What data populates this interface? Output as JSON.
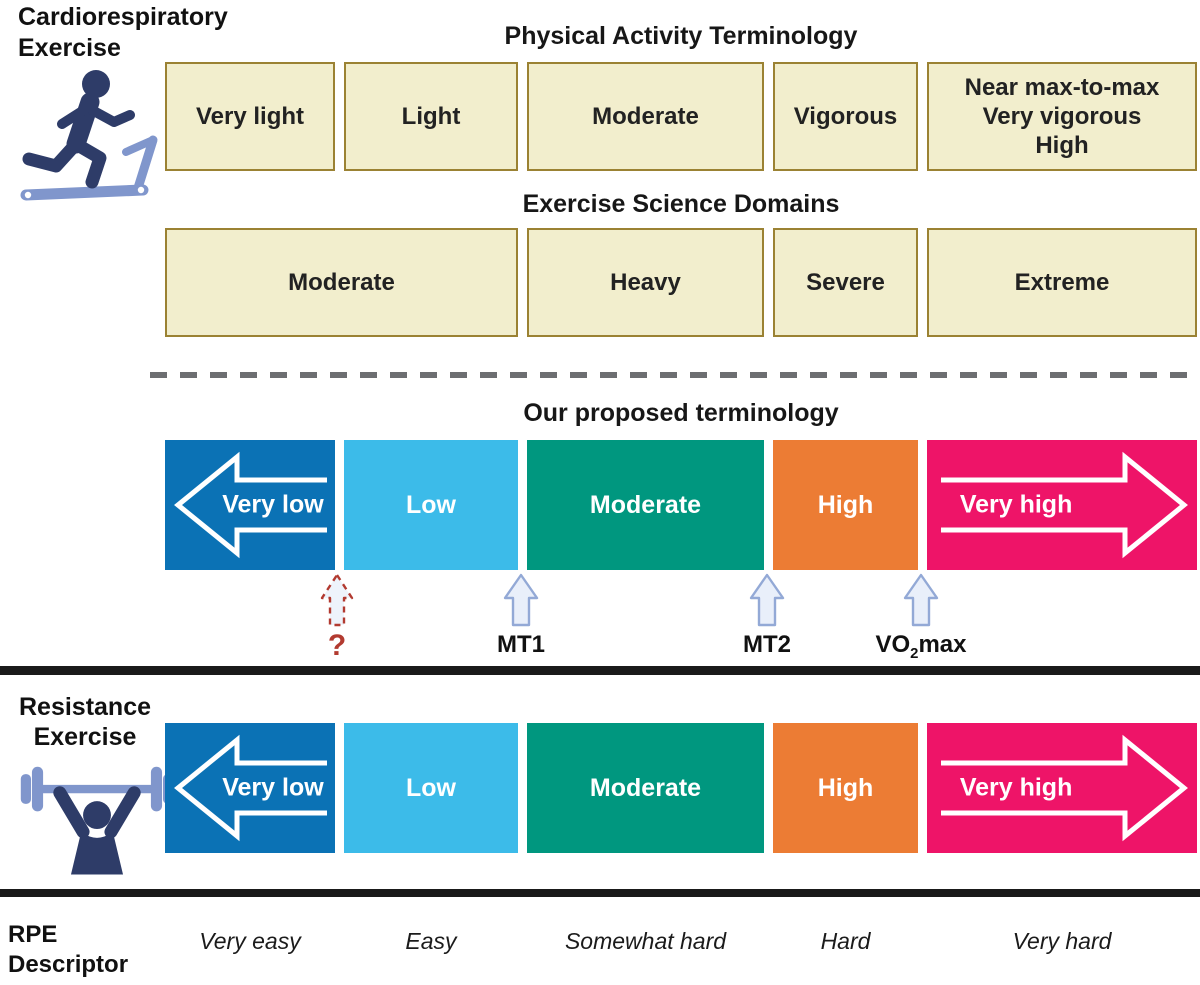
{
  "cardio": {
    "title_line1": "Cardiorespiratory",
    "title_line2": "Exercise",
    "pa_header": "Physical Activity Terminology",
    "pa_boxes": [
      "Very light",
      "Light",
      "Moderate",
      "Vigorous"
    ],
    "pa_box5_lines": [
      "Near max-to-max",
      "Very vigorous",
      "High"
    ],
    "esd_header": "Exercise Science Domains",
    "esd_boxes": [
      "Moderate",
      "Heavy",
      "Severe",
      "Extreme"
    ],
    "proposed_header": "Our proposed terminology",
    "intensity_labels": [
      "Very low",
      "Low",
      "Moderate",
      "High",
      "Very high"
    ],
    "thresholds": {
      "unknown": "?",
      "mt1": "MT1",
      "mt2": "MT2",
      "vo2max_pre": "VO",
      "vo2max_sub": "2",
      "vo2max_post": "max"
    }
  },
  "resistance": {
    "title_line1": "Resistance",
    "title_line2": "Exercise",
    "intensity_labels": [
      "Very low",
      "Low",
      "Moderate",
      "High",
      "Very high"
    ]
  },
  "rpe": {
    "label_line1": "RPE",
    "label_line2": "Descriptor",
    "descriptors": [
      "Very easy",
      "Easy",
      "Somewhat hard",
      "Hard",
      "Very hard"
    ]
  },
  "colors": {
    "very_low": "#0b72b5",
    "low": "#3cbbe9",
    "moderate": "#00977f",
    "high": "#ec7c34",
    "very_high": "#ee1468",
    "domain_box_fill": "#f2eecd",
    "domain_box_border": "#9b8233",
    "figure_navy": "#2e3c68",
    "figure_periwinkle": "#8096cc",
    "marker_arrow_fill": "#e9effa",
    "marker_arrow_stroke": "#93a9d6",
    "question_red": "#b23a30",
    "dashed_divider": "#6d6e71",
    "separator_black": "#1a1a1a"
  }
}
